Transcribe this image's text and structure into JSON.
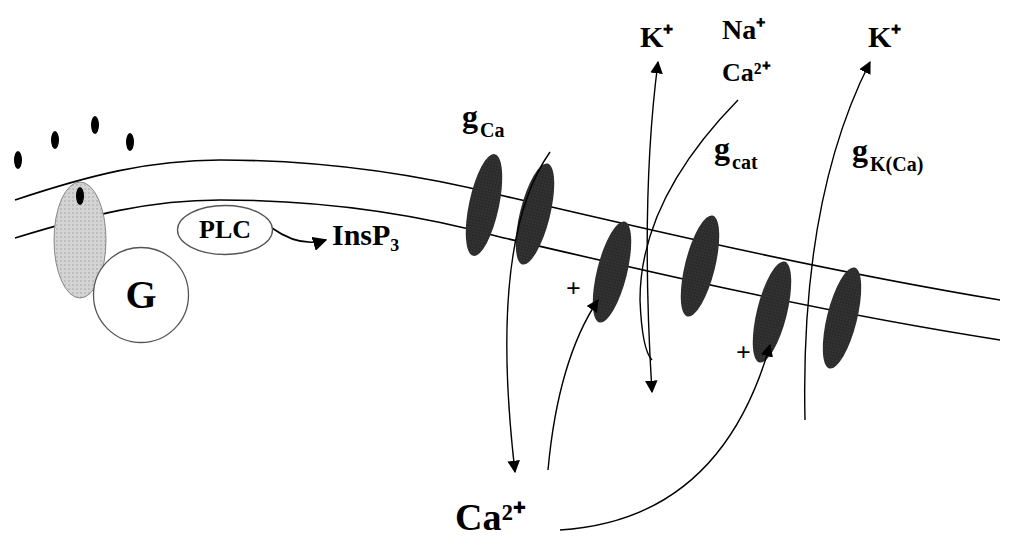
{
  "diagram": {
    "nodes": [
      {
        "text": [
          "G"
        ]
      },
      {
        "text": [
          "PLC"
        ]
      }
    ],
    "labels": [
      "InsP₃",
      "g",
      "Ca",
      "K⁺",
      "Na⁺",
      "Ca²⁺",
      "g",
      "cat",
      "K⁺",
      "g",
      "K(Ca)",
      "+",
      "+",
      "Ca²⁺"
    ]
  }
}
